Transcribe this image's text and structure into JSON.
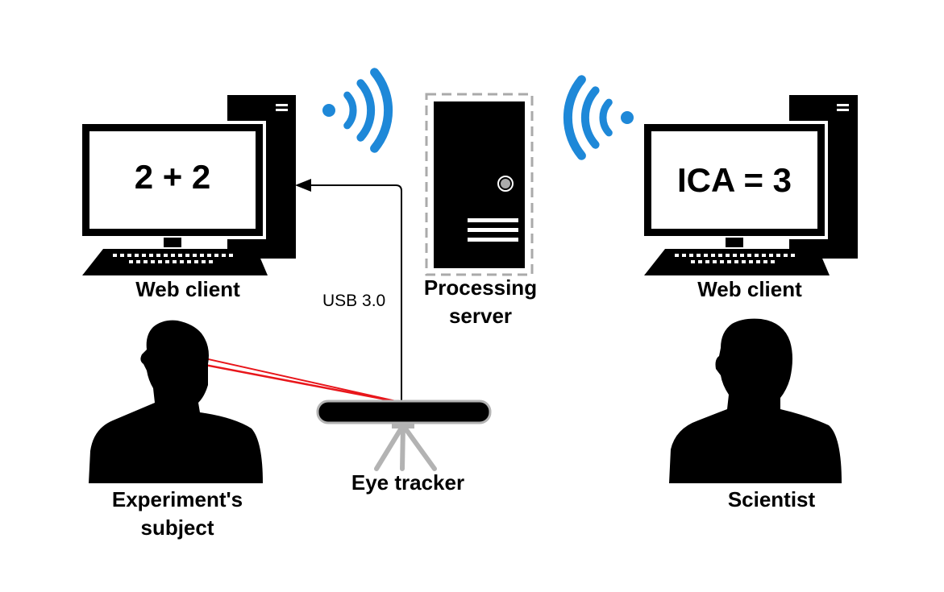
{
  "left_client": {
    "screen_text": "2 + 2",
    "label": "Web client"
  },
  "right_client": {
    "screen_text": "ICA = 3",
    "label": "Web client"
  },
  "server": {
    "label_line1": "Processing",
    "label_line2": "server"
  },
  "connection": {
    "label": "USB 3.0"
  },
  "eye_tracker": {
    "label": "Eye tracker"
  },
  "subject": {
    "label_line1": "Experiment's",
    "label_line2": "subject"
  },
  "scientist": {
    "label": "Scientist"
  },
  "icons": {
    "wifi_left": "wifi-signal-icon",
    "wifi_right": "wifi-signal-icon",
    "computer_left": "desktop-computer-icon",
    "computer_right": "desktop-computer-icon",
    "server": "server-tower-icon",
    "subject": "person-silhouette-icon",
    "scientist": "person-silhouette-icon",
    "tracker": "eye-tracker-icon"
  },
  "colors": {
    "wifi": "#1e88d8",
    "gaze_lines": "#e8161b",
    "tripod": "#b3b3b3",
    "server_dash": "#aaaaaa"
  }
}
